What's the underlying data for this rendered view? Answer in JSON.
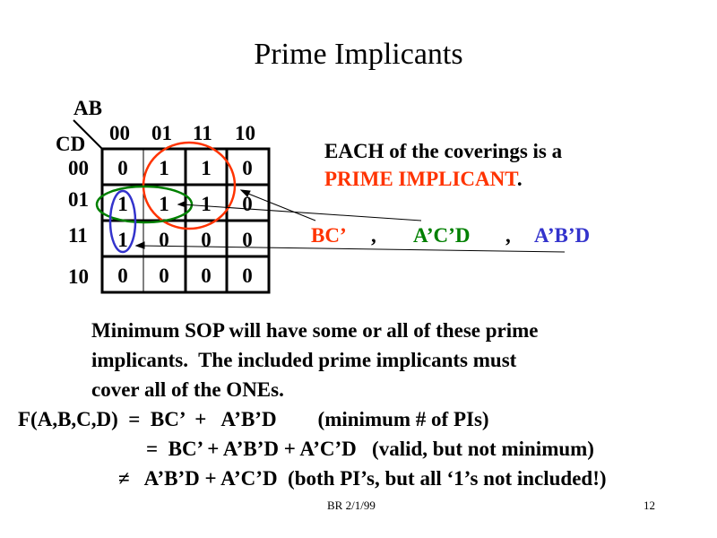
{
  "title": "Prime Implicants",
  "kmap": {
    "row_var": "CD",
    "col_var": "AB",
    "col_labels": [
      "00",
      "01",
      "11",
      "10"
    ],
    "row_labels": [
      "00",
      "01",
      "11",
      "10"
    ],
    "cells": [
      [
        "0",
        "1",
        "1",
        "0"
      ],
      [
        "1",
        "1",
        "1",
        "0"
      ],
      [
        "1",
        "0",
        "0",
        "0"
      ],
      [
        "0",
        "0",
        "0",
        "0"
      ]
    ]
  },
  "statement": {
    "line1": "EACH of the coverings is a",
    "line2_red": "PRIME IMPLICANT",
    "line2_end": "."
  },
  "implicants": {
    "bc": "BC’",
    "acd": "A’C’D",
    "abd": "A’B’D",
    "sep": ","
  },
  "body": [
    "Minimum SOP will have some or all of these prime",
    "implicants.  The included prime implicants must",
    "cover all of the ONEs."
  ],
  "equations": [
    "F(A,B,C,D)  =  BC’  +   A’B’D        (minimum # of PIs)",
    "=  BC’ + A’B’D + A’C’D   (valid, but not minimum)",
    "≠   A’B’D + A’C’D  (both PI’s, but all ‘1’s not included!)"
  ],
  "footer": {
    "left": "BR 2/1/99",
    "page": "12"
  },
  "colors": {
    "red": "#ff3300",
    "green": "#008000",
    "blue": "#3333cc"
  }
}
